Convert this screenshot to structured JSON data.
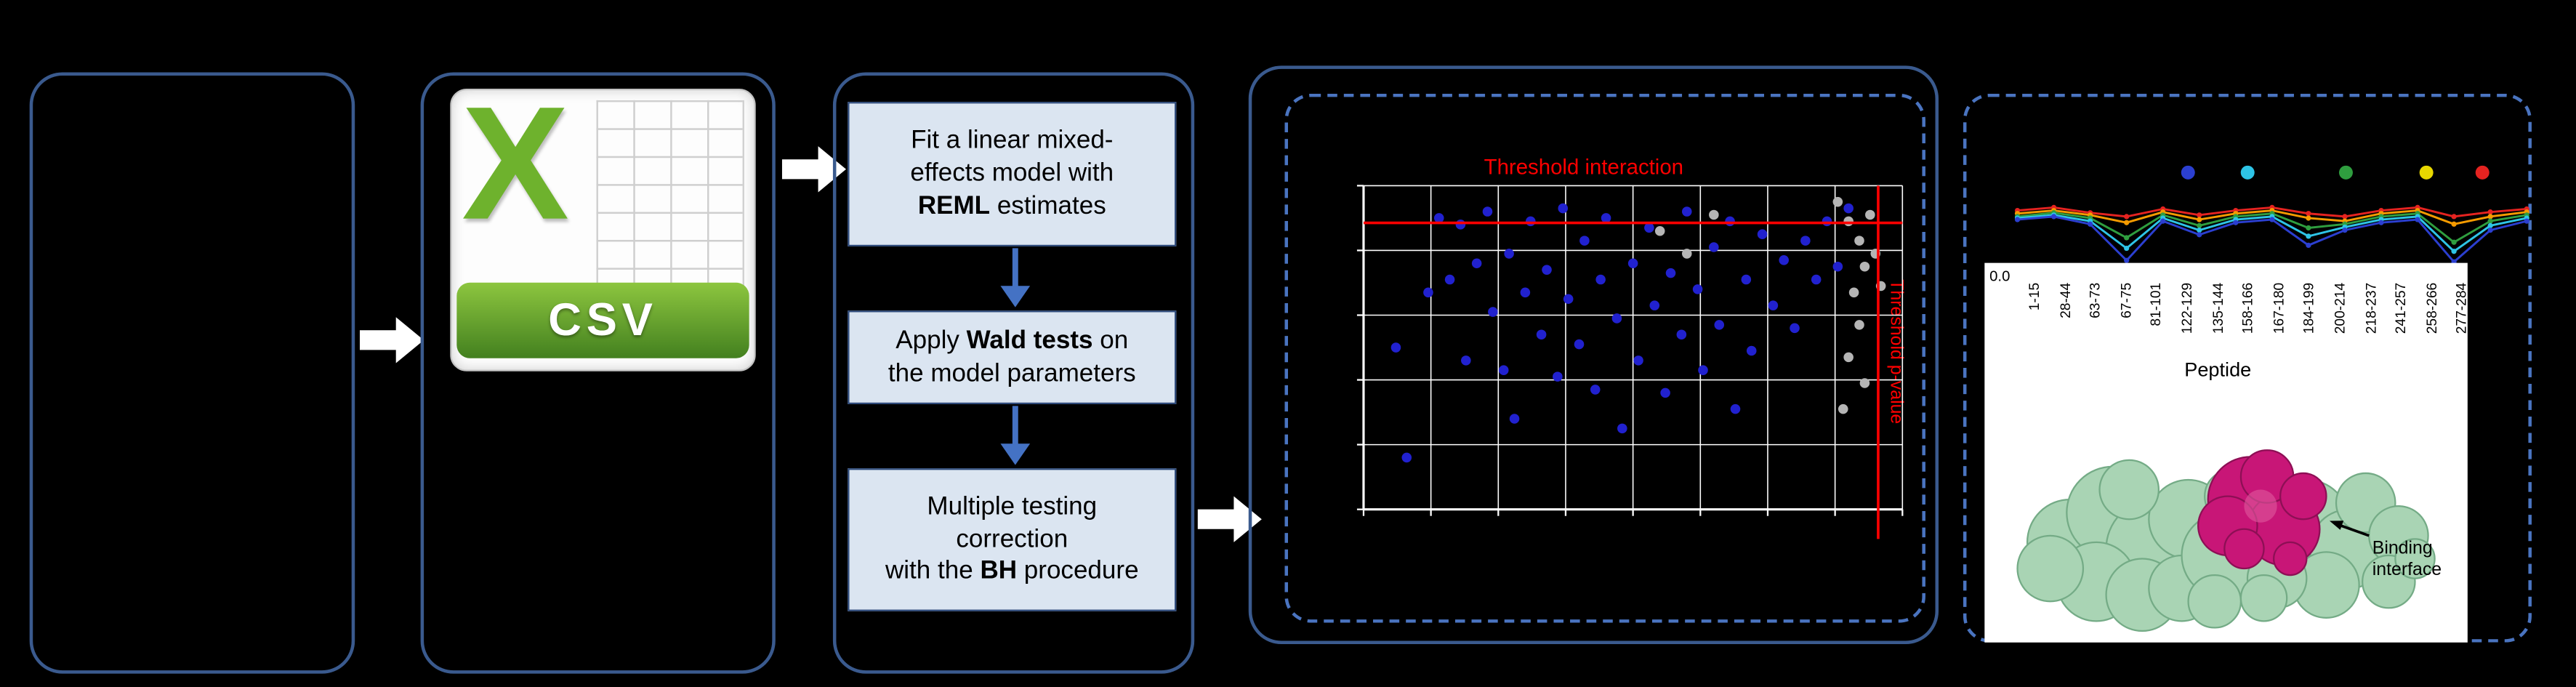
{
  "colors": {
    "background": "#000000",
    "panel_border": "#3a5a8e",
    "dashed_border": "#4a74c0",
    "method_box_fill": "#dbe5f1",
    "method_box_border": "#2e4a7a",
    "method_arrow": "#4472c4",
    "flow_arrow": "#ffffff",
    "threshold_red": "#ff0000",
    "grid_line": "#ffffff",
    "csv_green": "#6eb22d",
    "csv_banner_top": "#8dc63f",
    "csv_banner_bottom": "#43801f",
    "protein_green": "#a9d4b4",
    "binding_magenta": "#c81677"
  },
  "csv_icon": {
    "x_label": "X",
    "label": "CSV"
  },
  "method_steps": [
    {
      "lines": [
        [
          {
            "text": "Fit a linear mixed-",
            "bold": false
          }
        ],
        [
          {
            "text": "effects model with",
            "bold": false
          }
        ],
        [
          {
            "text": "REML",
            "bold": true
          },
          {
            "text": " estimates",
            "bold": false
          }
        ]
      ]
    },
    {
      "lines": [
        [
          {
            "text": "Apply ",
            "bold": false
          },
          {
            "text": "Wald tests",
            "bold": true
          },
          {
            "text": " on",
            "bold": false
          }
        ],
        [
          {
            "text": "the model parameters",
            "bold": false
          }
        ]
      ]
    },
    {
      "lines": [
        [
          {
            "text": "Multiple testing",
            "bold": false
          }
        ],
        [
          {
            "text": "correction",
            "bold": false
          }
        ],
        [
          {
            "text": "with the ",
            "bold": false
          },
          {
            "text": "BH",
            "bold": true
          },
          {
            "text": " procedure",
            "bold": false
          }
        ]
      ]
    }
  ],
  "protein_panel": {
    "annotation": "Binding interface"
  },
  "chart_data": [
    {
      "type": "scatter",
      "title": "Threshold interaction",
      "vertical_label": "Threshold p-value",
      "grid": {
        "v_lines": 9,
        "h_lines": 6,
        "grid_on": true
      },
      "x_threshold_pct": 95.5,
      "y_threshold_pct": 11.5,
      "series": [
        {
          "name": "significant",
          "color": "#2121cf",
          "points": [
            [
              6,
              50
            ],
            [
              8,
              84
            ],
            [
              12,
              33
            ],
            [
              14,
              10
            ],
            [
              16,
              29
            ],
            [
              18,
              12
            ],
            [
              19,
              54
            ],
            [
              21,
              24
            ],
            [
              23,
              8
            ],
            [
              24,
              39
            ],
            [
              26,
              57
            ],
            [
              27,
              21
            ],
            [
              28,
              72
            ],
            [
              30,
              33
            ],
            [
              31,
              11
            ],
            [
              33,
              46
            ],
            [
              34,
              26
            ],
            [
              36,
              59
            ],
            [
              37,
              7
            ],
            [
              38,
              35
            ],
            [
              40,
              49
            ],
            [
              41,
              17
            ],
            [
              43,
              63
            ],
            [
              44,
              29
            ],
            [
              45,
              10
            ],
            [
              47,
              41
            ],
            [
              48,
              75
            ],
            [
              50,
              24
            ],
            [
              51,
              54
            ],
            [
              53,
              13
            ],
            [
              54,
              37
            ],
            [
              56,
              64
            ],
            [
              57,
              27
            ],
            [
              59,
              46
            ],
            [
              60,
              8
            ],
            [
              62,
              32
            ],
            [
              63,
              57
            ],
            [
              65,
              19
            ],
            [
              66,
              43
            ],
            [
              68,
              11
            ],
            [
              69,
              69
            ],
            [
              71,
              29
            ],
            [
              72,
              51
            ],
            [
              74,
              15
            ],
            [
              76,
              37
            ],
            [
              78,
              23
            ],
            [
              80,
              44
            ],
            [
              82,
              17
            ],
            [
              84,
              29
            ],
            [
              86,
              11
            ],
            [
              88,
              25
            ],
            [
              90,
              7
            ]
          ]
        },
        {
          "name": "not significant",
          "color": "#b5b5b5",
          "points": [
            [
              55,
              14
            ],
            [
              60,
              21
            ],
            [
              65,
              9
            ],
            [
              88,
              5
            ],
            [
              90,
              11
            ],
            [
              92,
              17
            ],
            [
              93,
              25
            ],
            [
              91,
              33
            ],
            [
              92,
              43
            ],
            [
              90,
              53
            ],
            [
              93,
              61
            ],
            [
              89,
              69
            ],
            [
              94,
              9
            ],
            [
              95,
              21
            ],
            [
              96,
              31
            ]
          ]
        }
      ]
    },
    {
      "type": "line",
      "xlabel": "Peptide",
      "y_tick_label": "0.0",
      "categories": [
        "1-15",
        "28-44",
        "63-73",
        "67-75",
        "81-101",
        "122-129",
        "135-144",
        "158-166",
        "167-180",
        "184-199",
        "200-214",
        "218-237",
        "241-257",
        "258-266",
        "277-284"
      ],
      "series": [
        {
          "name": "red",
          "color": "#e52320",
          "values": [
            0.78,
            0.82,
            0.75,
            0.7,
            0.8,
            0.72,
            0.78,
            0.82,
            0.74,
            0.7,
            0.78,
            0.82,
            0.7,
            0.76,
            0.8
          ]
        },
        {
          "name": "orange",
          "color": "#f59b00",
          "values": [
            0.74,
            0.78,
            0.72,
            0.62,
            0.76,
            0.66,
            0.74,
            0.78,
            0.68,
            0.64,
            0.74,
            0.78,
            0.6,
            0.7,
            0.76
          ]
        },
        {
          "name": "green",
          "color": "#2f9e3f",
          "values": [
            0.7,
            0.75,
            0.68,
            0.42,
            0.72,
            0.58,
            0.7,
            0.74,
            0.55,
            0.6,
            0.7,
            0.74,
            0.36,
            0.64,
            0.72
          ]
        },
        {
          "name": "cyan",
          "color": "#2ec4e6",
          "values": [
            0.68,
            0.72,
            0.64,
            0.28,
            0.68,
            0.52,
            0.66,
            0.7,
            0.44,
            0.56,
            0.66,
            0.7,
            0.24,
            0.58,
            0.68
          ]
        },
        {
          "name": "blue",
          "color": "#2b3fd0",
          "values": [
            0.66,
            0.7,
            0.6,
            0.12,
            0.64,
            0.46,
            0.62,
            0.66,
            0.32,
            0.52,
            0.62,
            0.66,
            0.1,
            0.52,
            0.64
          ]
        }
      ],
      "legend_dots": [
        {
          "color": "#2b3fd0",
          "x_frac": 0.335
        },
        {
          "color": "#2ec4e6",
          "x_frac": 0.452
        },
        {
          "color": "#2f9e3f",
          "x_frac": 0.645
        },
        {
          "color": "#e8d800",
          "x_frac": 0.803
        },
        {
          "color": "#e52320",
          "x_frac": 0.913
        }
      ]
    }
  ]
}
